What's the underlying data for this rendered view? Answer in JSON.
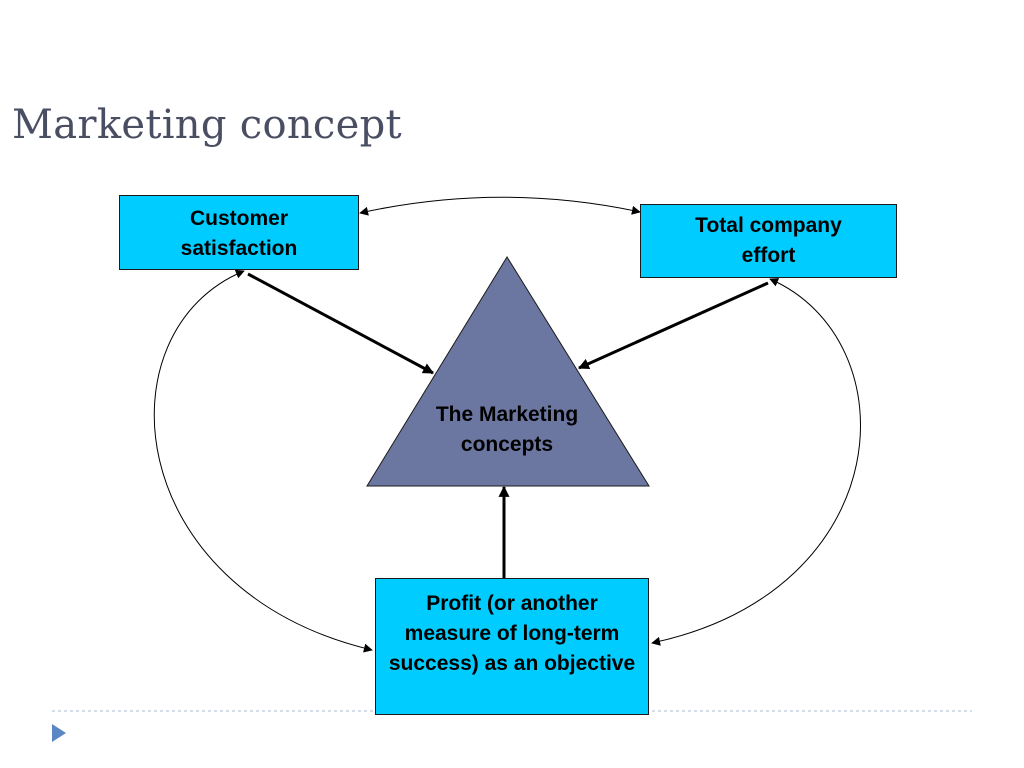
{
  "slide": {
    "title": "Marketing concept"
  },
  "diagram": {
    "nodes": {
      "customer_satisfaction": "Customer satisfaction",
      "total_company_effort": "Total company effort",
      "marketing_concepts": "The Marketing concepts",
      "profit": "Profit (or another measure of long-term success) as an objective"
    },
    "colors": {
      "box_fill": "#00ccff",
      "triangle_fill": "#6b77a0",
      "title_color": "#4a4e63",
      "divider": "#a8bcd0",
      "footer_arrow": "#5b86c4"
    },
    "icons": {
      "footer": "play-triangle-icon"
    }
  }
}
